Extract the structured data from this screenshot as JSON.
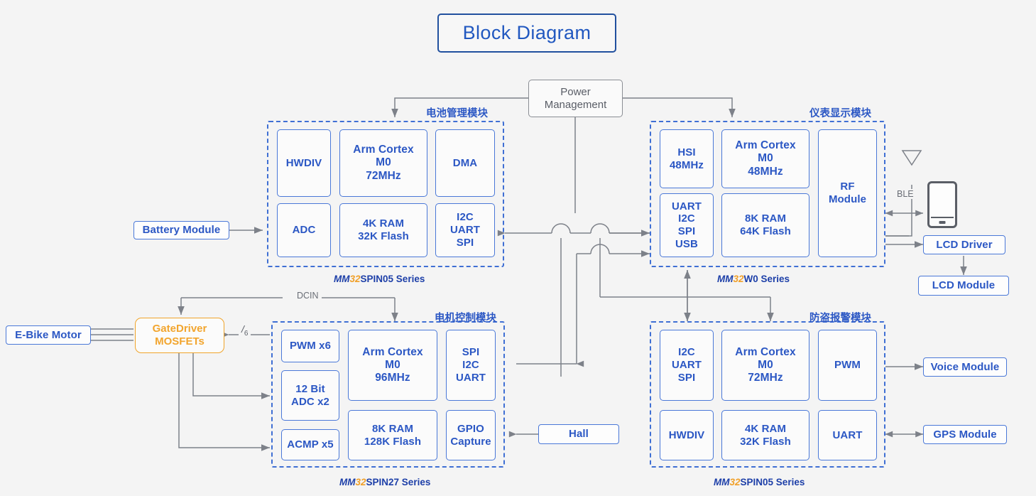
{
  "title": "Block Diagram",
  "colors": {
    "accent_blue": "#2b57c4",
    "border_blue": "#4a78d8",
    "title_blue": "#21509e",
    "orange": "#f0a42a",
    "wire_gray": "#7d8189",
    "background": "#f4f4f4"
  },
  "power": {
    "line1": "Power",
    "line2": "Management"
  },
  "peripherals": {
    "battery_module": "Battery Module",
    "ebike_motor": "E-Bike Motor",
    "gate_driver_line1": "GateDriver",
    "gate_driver_line2": "MOSFETs",
    "hall": "Hall",
    "lcd_driver": "LCD Driver",
    "lcd_module": "LCD Module",
    "voice_module": "Voice Module",
    "gps_module": "GPS Module"
  },
  "wire_labels": {
    "dcin": "DCIN",
    "ble": "BLE",
    "bus6_slash": "/",
    "bus6_width": "6"
  },
  "icons": {
    "antenna": "antenna-icon",
    "phone": "smartphone-icon"
  },
  "modules": [
    {
      "id": "battery",
      "label": "电池管理模块",
      "series_mm": "MM",
      "series_32": "32",
      "series_rest": "SPIN05 Series",
      "cells": [
        {
          "name": "hwdiv",
          "text": "HWDIV"
        },
        {
          "name": "core",
          "text": "Arm Cortex\nM0\n72MHz"
        },
        {
          "name": "dma",
          "text": "DMA"
        },
        {
          "name": "adc",
          "text": "ADC"
        },
        {
          "name": "memory",
          "text": "4K RAM\n32K Flash"
        },
        {
          "name": "comms",
          "text": "I2C\nUART\nSPI"
        }
      ]
    },
    {
      "id": "display",
      "label": "仪表显示模块",
      "series_mm": "MM",
      "series_32": "32",
      "series_rest": "W0 Series",
      "cells": [
        {
          "name": "hsi",
          "text": "HSI\n48MHz"
        },
        {
          "name": "core",
          "text": "Arm Cortex\nM0\n48MHz"
        },
        {
          "name": "rf",
          "text": "RF\nModule"
        },
        {
          "name": "comms",
          "text": "UART\nI2C\nSPI\nUSB"
        },
        {
          "name": "memory",
          "text": "8K RAM\n64K Flash"
        }
      ]
    },
    {
      "id": "motor",
      "label": "电机控制模块",
      "series_mm": "MM",
      "series_32": "32",
      "series_rest": "SPIN27 Series",
      "cells": [
        {
          "name": "pwm",
          "text": "PWM x6"
        },
        {
          "name": "adc",
          "text": "12 Bit\nADC x2"
        },
        {
          "name": "acmp",
          "text": "ACMP x5"
        },
        {
          "name": "core",
          "text": "Arm Cortex\nM0\n96MHz"
        },
        {
          "name": "memory",
          "text": "8K RAM\n128K Flash"
        },
        {
          "name": "comms",
          "text": "SPI\nI2C\nUART"
        },
        {
          "name": "gpio",
          "text": "GPIO\nCapture"
        }
      ]
    },
    {
      "id": "alarm",
      "label": "防盗报警模块",
      "series_mm": "MM",
      "series_32": "32",
      "series_rest": "SPIN05 Series",
      "cells": [
        {
          "name": "comms",
          "text": "I2C\nUART\nSPI"
        },
        {
          "name": "core",
          "text": "Arm Cortex\nM0\n72MHz"
        },
        {
          "name": "pwm",
          "text": "PWM"
        },
        {
          "name": "hwdiv",
          "text": "HWDIV"
        },
        {
          "name": "memory",
          "text": "4K RAM\n32K Flash"
        },
        {
          "name": "uart",
          "text": "UART"
        }
      ]
    }
  ]
}
